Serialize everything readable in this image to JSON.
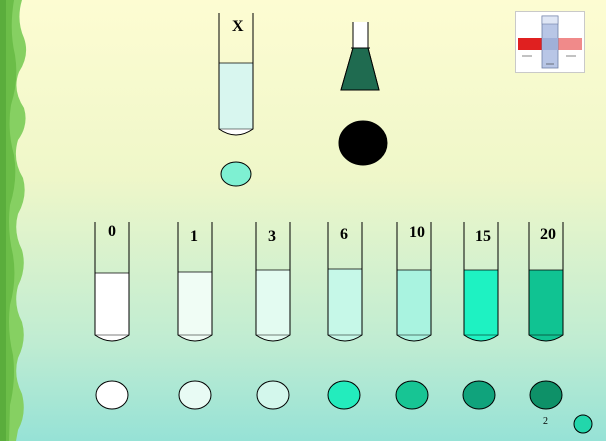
{
  "colors": {
    "bg_top": "#fdfcd2",
    "bg_bottom": "#96e2d6",
    "strip": "#7dcc5a",
    "flask": "#1f6b50"
  },
  "sample": {
    "label": "X",
    "liquid_color": "#d8f6ef",
    "spot_color": "#7ef0d2"
  },
  "flask_spot_color": "#000000",
  "standards": [
    {
      "label": "0",
      "liquid_color": "#ffffff",
      "spot_color": "#ffffff"
    },
    {
      "label": "1",
      "liquid_color": "#f0fdf5",
      "spot_color": "#e8fbf4"
    },
    {
      "label": "3",
      "liquid_color": "#e3fbf1",
      "spot_color": "#d3f7ec"
    },
    {
      "label": "6",
      "liquid_color": "#c6f8e8",
      "spot_color": "#23ecbd"
    },
    {
      "label": "10",
      "liquid_color": "#a9f3e0",
      "spot_color": "#17c594"
    },
    {
      "label": "15",
      "liquid_color": "#1ef2c2",
      "spot_color": "#10a37c"
    },
    {
      "label": "20",
      "liquid_color": "#10c392",
      "spot_color": "#0e9168"
    }
  ],
  "slide_number": "2",
  "corner_dot_color": "#22d6ab"
}
